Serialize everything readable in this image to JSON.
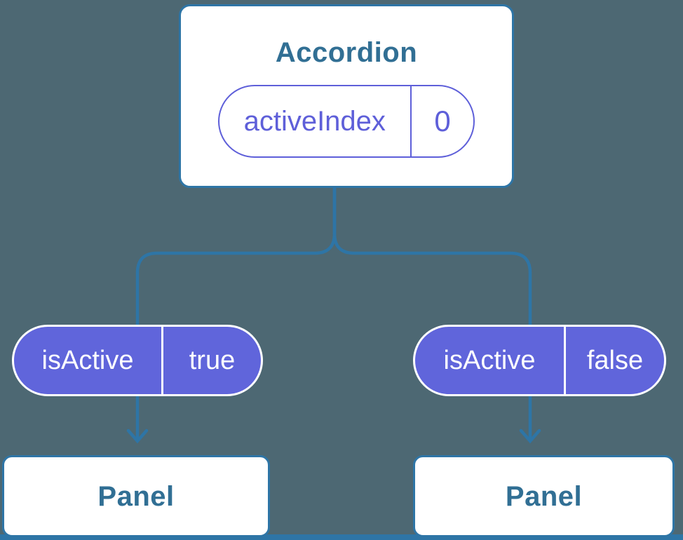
{
  "diagram": {
    "description": "React component tree: parent Accordion holds activeIndex state and passes isActive props to two Panel children",
    "root": {
      "title": "Accordion",
      "state": {
        "name": "activeIndex",
        "value": "0"
      }
    },
    "children": [
      {
        "prop_name": "isActive",
        "prop_value": "true",
        "title": "Panel"
      },
      {
        "prop_name": "isActive",
        "prop_value": "false",
        "title": "Panel"
      }
    ],
    "colors": {
      "background": "#4D6873",
      "connector_blue": "#2E75A6",
      "heading_blue": "#316F94",
      "pill_purple_fill": "#6065DB",
      "pill_purple_outline": "#5E5FD9",
      "card_background": "#FFFFFF",
      "text_on_purple": "#FFFFFF"
    }
  }
}
